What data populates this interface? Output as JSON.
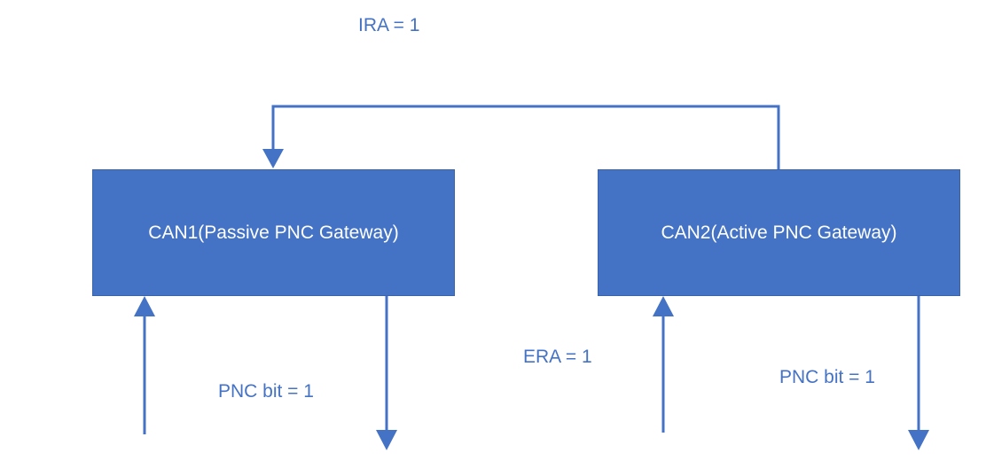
{
  "colors": {
    "box_fill": "#4472C4",
    "box_border": "#3A63AD",
    "box_text": "#FFFFFF",
    "connector": "#4472C4",
    "label_text": "#4472C4"
  },
  "nodes": {
    "can1": {
      "label": "CAN1(Passive PNC Gateway)"
    },
    "can2": {
      "label": "CAN2(Active PNC Gateway)"
    }
  },
  "labels": {
    "ira": "IRA = 1",
    "era": "ERA = 1",
    "pnc_bit_can1": "PNC bit = 1",
    "pnc_bit_can2": "PNC bit = 1"
  },
  "edges": [
    {
      "from": "can2",
      "to": "can1",
      "label": "IRA = 1"
    }
  ]
}
